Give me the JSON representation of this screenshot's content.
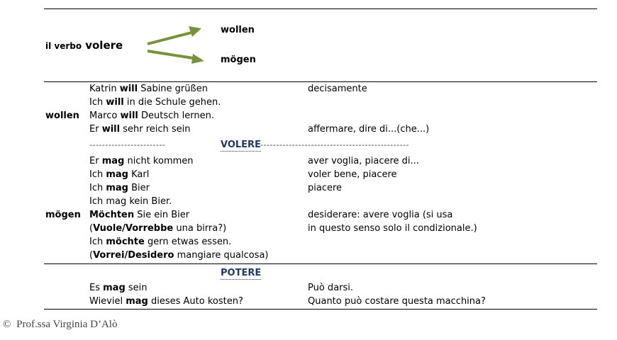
{
  "header": {
    "intro_prefix": "il verbo",
    "intro_word": "volere",
    "target_1": "wollen",
    "target_2": "mögen"
  },
  "section_wollen": {
    "label": "wollen",
    "rows": [
      {
        "pre": "Katrin ",
        "bold": "will",
        "post": " Sabine grüßen",
        "meaning": "decisamente"
      },
      {
        "pre": "Ich ",
        "bold": "will",
        "post": " in die Schule gehen.",
        "meaning": ""
      },
      {
        "pre": "Marco ",
        "bold": "will",
        "post": " Deutsch lernen.",
        "meaning": ""
      },
      {
        "pre": "Er ",
        "bold": "will",
        "post": " sehr reich sein",
        "meaning": "affermare, dire di...(che...)"
      }
    ]
  },
  "divider_volere": {
    "left_dashes": "------------------------",
    "label": "VOLERE",
    "right_dashes": "-----------------------------------------------"
  },
  "section_moegen": {
    "label": "mögen",
    "rows": [
      {
        "pre": "Er ",
        "bold": "mag",
        "post": " nicht kommen",
        "meaning": "aver voglia, piacere di..."
      },
      {
        "pre": "Ich ",
        "bold": "mag",
        "post": " Karl",
        "meaning": "voler bene, piacere"
      },
      {
        "pre": "Ich ",
        "bold": "mag",
        "post": " Bier",
        "meaning": "piacere"
      },
      {
        "pre": "Ich mag kein Bier.",
        "bold": "",
        "post": "",
        "meaning": ""
      },
      {
        "pre": "",
        "bold": "Möchten",
        "post": " Sie ein Bier",
        "meaning": "desiderare: avere voglia (si usa"
      },
      {
        "pre": "(",
        "bold": "Vuole/Vorrebbe",
        "post": " una birra?)",
        "meaning": "in questo senso solo il condizionale.)"
      },
      {
        "pre": "Ich ",
        "bold": "möchte",
        "post": " gern etwas essen.",
        "meaning": ""
      },
      {
        "pre": "(",
        "bold": "Vorrei/Desidero",
        "post": " mangiare qualcosa)",
        "meaning": ""
      }
    ]
  },
  "section_potere": {
    "label": "POTERE",
    "rows": [
      {
        "pre": "Es ",
        "bold": "mag",
        "post": " sein",
        "meaning": "Può darsi."
      },
      {
        "pre": "Wieviel ",
        "bold": "mag",
        "post": " dieses Auto kosten?",
        "meaning": "Quanto può costare questa macchina?"
      }
    ]
  },
  "footer": {
    "copyright_symbol": "©",
    "author": "Prof.ssa  Virginia D’Alò"
  },
  "colors": {
    "arrow": "#77933C",
    "heading": "#1F3864"
  }
}
